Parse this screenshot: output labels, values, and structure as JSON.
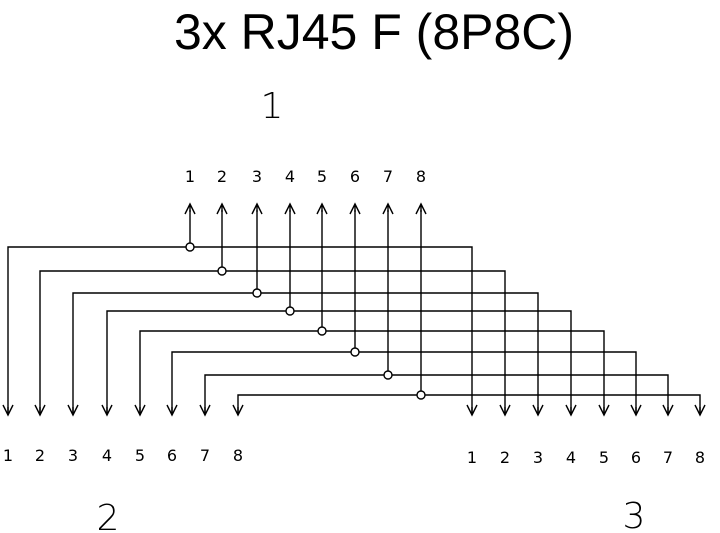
{
  "title": "3x RJ45 F (8P8C)",
  "connectors": [
    {
      "label": "1",
      "pins": [
        "1",
        "2",
        "3",
        "4",
        "5",
        "6",
        "7",
        "8"
      ]
    },
    {
      "label": "2",
      "pins": [
        "1",
        "2",
        "3",
        "4",
        "5",
        "6",
        "7",
        "8"
      ]
    },
    {
      "label": "3",
      "pins": [
        "1",
        "2",
        "3",
        "4",
        "5",
        "6",
        "7",
        "8"
      ]
    }
  ],
  "wiring": "pin-to-pin straight: connector 1 pin n joined to connector 2 pin n and connector 3 pin n"
}
